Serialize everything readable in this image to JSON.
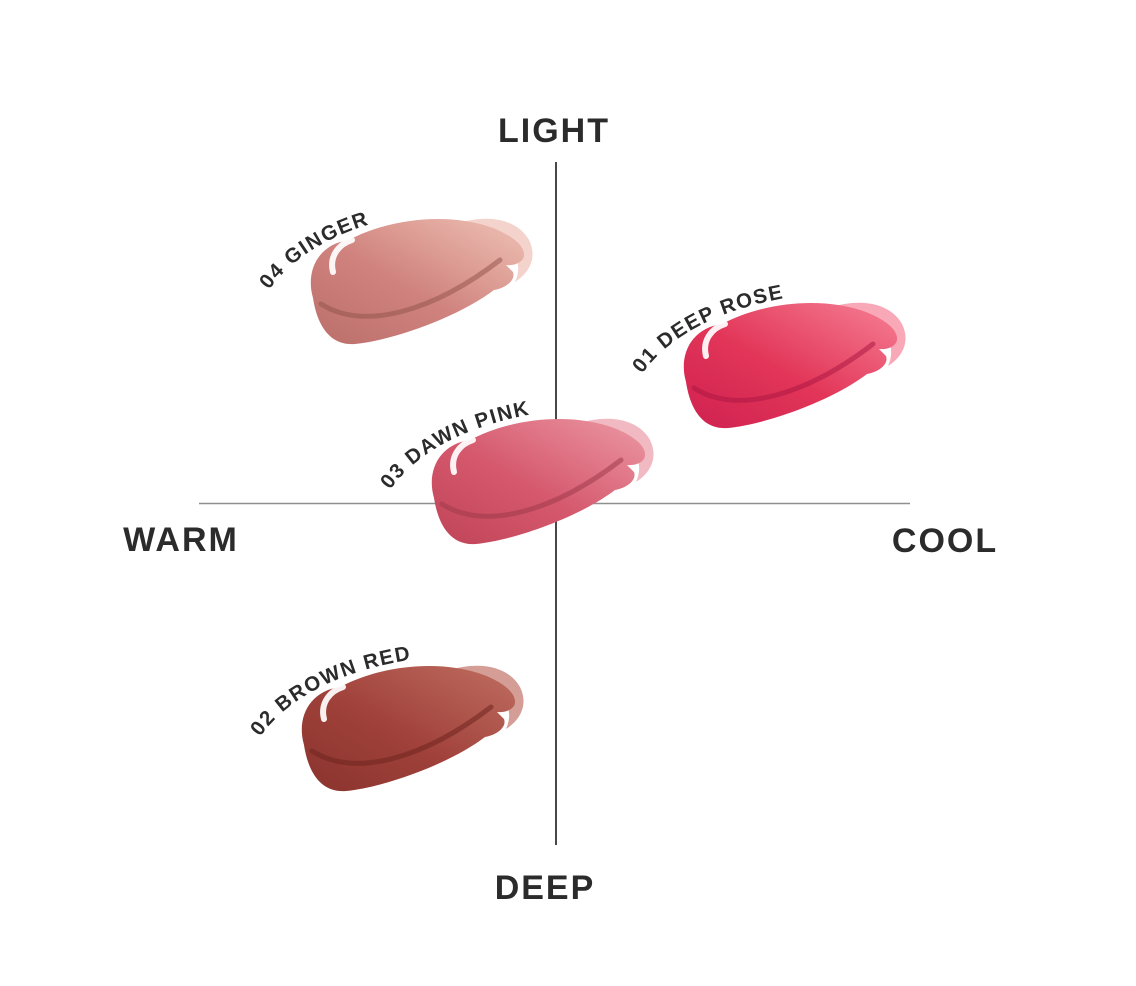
{
  "chart_data": {
    "type": "scatter",
    "title": "",
    "axes": {
      "top": "LIGHT",
      "bottom": "DEEP",
      "left": "WARM",
      "right": "COOL",
      "x_range": [
        -1,
        1
      ],
      "y_range": [
        -1,
        1
      ],
      "grid": false
    },
    "points": [
      {
        "label": "04 GINGER",
        "x": -0.4,
        "y": 0.63,
        "color": "#d0837e"
      },
      {
        "label": "01 DEEP ROSE",
        "x": 0.65,
        "y": 0.39,
        "color": "#e23558"
      },
      {
        "label": "03 DAWN PINK",
        "x": -0.06,
        "y": 0.05,
        "color": "#d5586d"
      },
      {
        "label": "02 BROWN RED",
        "x": -0.43,
        "y": -0.67,
        "color": "#a0413b"
      }
    ],
    "legend": "none"
  },
  "axis": {
    "top": "LIGHT",
    "bottom": "DEEP",
    "left": "WARM",
    "right": "COOL"
  },
  "swatches": [
    {
      "number": "04",
      "name": "GINGER",
      "label": "04 GINGER",
      "colors": {
        "light": "#ecbcb0",
        "base": "#d0837e",
        "dark": "#bb6f6a",
        "crease": "#96554f"
      }
    },
    {
      "number": "01",
      "name": "DEEP ROSE",
      "label": "01 DEEP ROSE",
      "colors": {
        "light": "#f4798f",
        "base": "#e23558",
        "dark": "#cf2150",
        "crease": "#ad1743"
      }
    },
    {
      "number": "03",
      "name": "DAWN PINK",
      "label": "03 DAWN PINK",
      "colors": {
        "light": "#ea93a0",
        "base": "#d5586d",
        "dark": "#c04457",
        "crease": "#9e3a4b"
      }
    },
    {
      "number": "02",
      "name": "BROWN RED",
      "label": "02 BROWN RED",
      "colors": {
        "light": "#bd6a5d",
        "base": "#a0413b",
        "dark": "#8a332d",
        "crease": "#6f251f"
      }
    }
  ],
  "colors": {
    "background": "#ffffff",
    "text": "#2b2b2b",
    "axis_line_horizontal": "#8f8f8f",
    "axis_line_vertical": "#333333",
    "highlight": "#ffffff"
  }
}
